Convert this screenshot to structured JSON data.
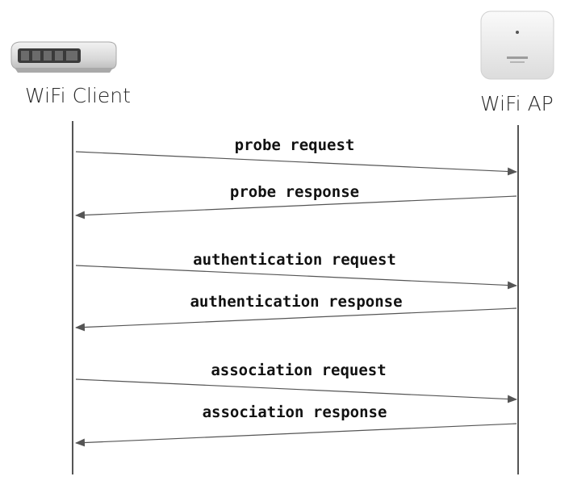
{
  "participants": {
    "client": {
      "label": "WiFi Client",
      "icon": "wifi-client-device-icon"
    },
    "ap": {
      "label": "WiFi AP",
      "icon": "wifi-access-point-icon"
    }
  },
  "messages": [
    {
      "label": "probe request",
      "direction": "client-to-ap"
    },
    {
      "label": "probe response",
      "direction": "ap-to-client"
    },
    {
      "label": "authentication request",
      "direction": "client-to-ap"
    },
    {
      "label": "authentication response",
      "direction": "ap-to-client"
    },
    {
      "label": "association request",
      "direction": "client-to-ap"
    },
    {
      "label": "association response",
      "direction": "ap-to-client"
    }
  ],
  "colors": {
    "lifeline": "#555555",
    "arrow": "#555555",
    "text": "#111111"
  }
}
